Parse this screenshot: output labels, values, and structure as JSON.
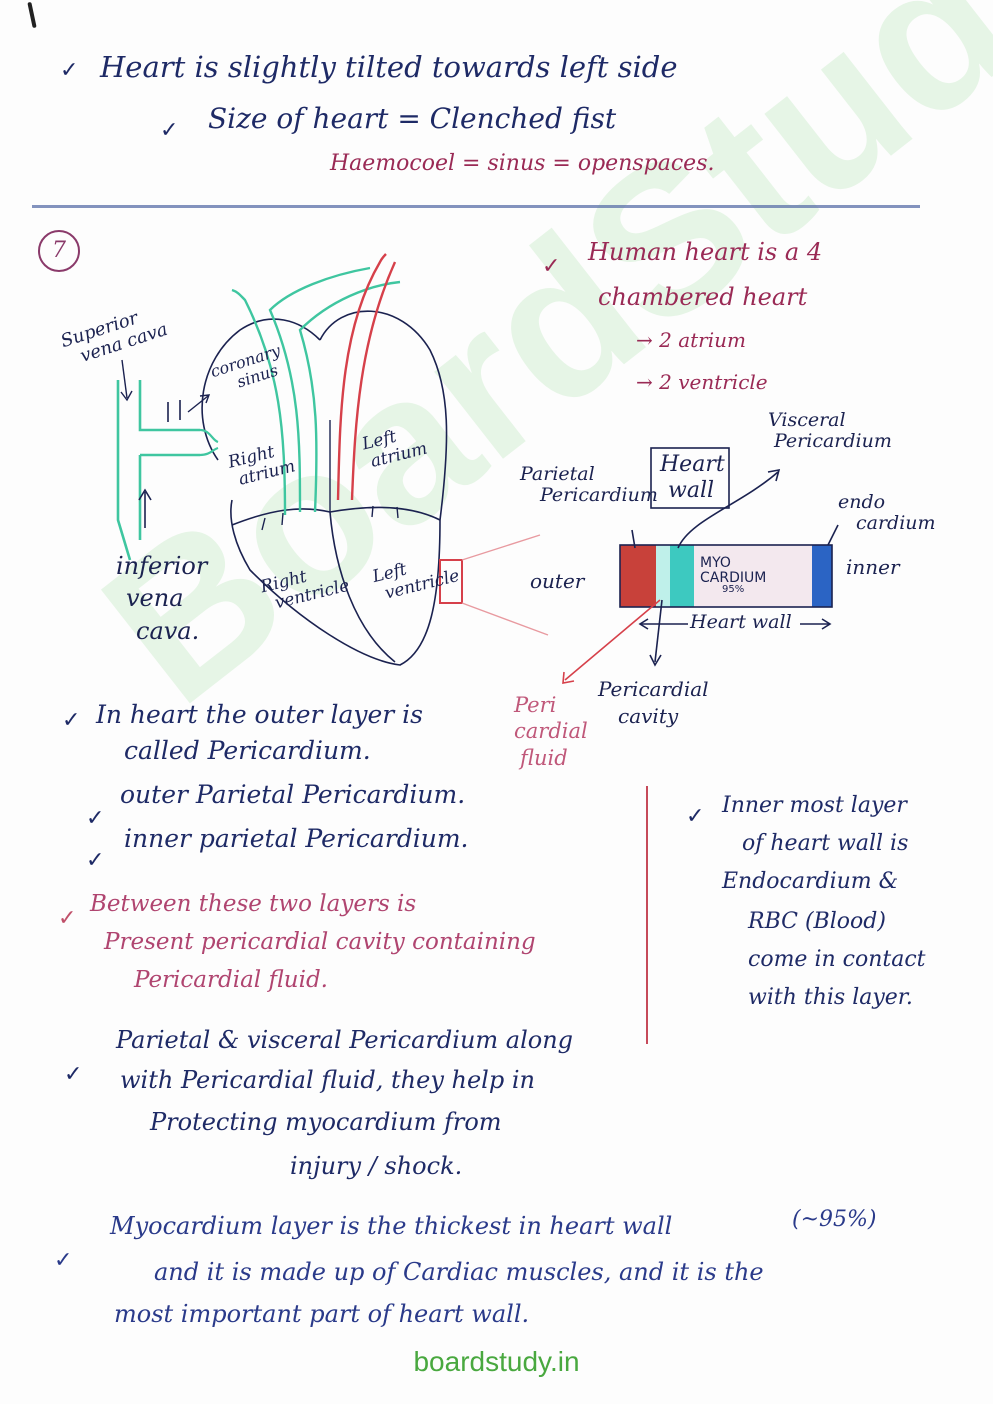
{
  "header": {
    "line1": "Heart is slightly tilted towards left side",
    "line2": "Size of heart = Clenched fist",
    "line3": "Haemocoel = sinus = openspaces."
  },
  "badge": "7",
  "diagram": {
    "superior_vena_cava": [
      "Superior",
      "vena cava"
    ],
    "coronary_sinus": [
      "coronary",
      "sinus"
    ],
    "right_atrium": [
      "Right",
      "atrium"
    ],
    "left_atrium": [
      "Left",
      "atrium"
    ],
    "right_ventricle": [
      "Right",
      "ventricle"
    ],
    "left_ventricle": [
      "Left",
      "ventricle"
    ],
    "inferior_vena_cava": [
      "inferior",
      "vena",
      "cava."
    ]
  },
  "chamber_note": {
    "line1": "Human heart is a 4",
    "line2": "chambered heart",
    "item1": "→ 2 atrium",
    "item2": "→ 2 ventricle"
  },
  "wall_diagram": {
    "parietal": [
      "Parietal",
      "Pericardium"
    ],
    "heart_wall_box": [
      "Heart",
      "wall"
    ],
    "visceral": [
      "Visceral",
      "Pericardium"
    ],
    "endo": [
      "endo",
      "cardium"
    ],
    "outer": "outer",
    "inner": "inner",
    "myo": [
      "MYO",
      "CARDIUM",
      "95%"
    ],
    "heart_wall_arrow": "Heart wall",
    "pericardial_fluid": [
      "Peri",
      "cardial",
      "fluid"
    ],
    "pericardial_cavity": [
      "Pericardial",
      "cavity"
    ]
  },
  "notes": {
    "pericardium_1": "In heart the outer layer is",
    "pericardium_2": "called Pericardium.",
    "outer_parietal": "outer Parietal Pericardium.",
    "inner_parietal": "inner parietal Pericardium.",
    "between_1": "Between these two layers is",
    "between_2": "Present pericardial cavity containing",
    "between_3": "Pericardial fluid.",
    "protect_1": "Parietal & visceral Pericardium along",
    "protect_2": "with Pericardial fluid, they help in",
    "protect_3": "Protecting myocardium from",
    "protect_4": "injury / shock.",
    "endo_1": "Inner most layer",
    "endo_2": "of heart wall is",
    "endo_3": "Endocardium &",
    "endo_4": "RBC (Blood)",
    "endo_5": "come in contact",
    "endo_6": "with this layer.",
    "myo_1": "Myocardium layer is the thickest in heart wall",
    "myo_pct": "(~95%)",
    "myo_2": "and it is made up of Cardiac muscles, and it is the",
    "myo_3": "most important part of heart wall."
  },
  "watermark": "BoardStudy",
  "footer": "boardstudy.in",
  "colors": {
    "navy_ink": "#1e2a66",
    "pink_ink": "#9a2a55",
    "green_vessel": "#3fc6a0",
    "red_vessel": "#d6404a",
    "watermark_green": "#50be50",
    "footer_green": "#49a83f"
  }
}
